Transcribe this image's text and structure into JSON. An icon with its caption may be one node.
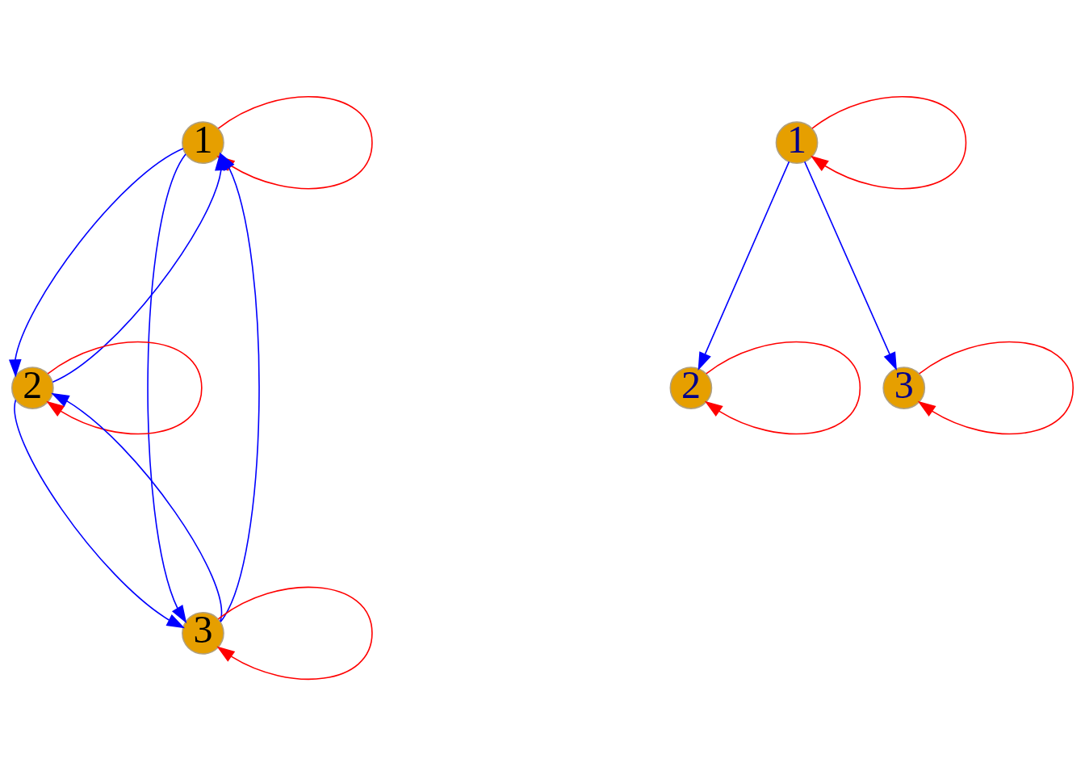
{
  "diagram": {
    "nodes": [
      {
        "text": [
          "1"
        ]
      },
      {
        "text": [
          "2"
        ]
      },
      {
        "text": [
          "3"
        ]
      },
      {
        "text": [
          "1"
        ]
      },
      {
        "text": [
          "2"
        ]
      },
      {
        "text": [
          "3"
        ]
      }
    ],
    "edges": [
      {
        "from": 0,
        "to": 0,
        "arrow": "to",
        "color": "#ff0000"
      },
      {
        "from": 0,
        "to": 1,
        "arrow": "to"
      },
      {
        "from": 1,
        "to": 0,
        "arrow": "to"
      },
      {
        "from": 0,
        "to": 2,
        "arrow": "to"
      },
      {
        "from": 2,
        "to": 0,
        "arrow": "to"
      },
      {
        "from": 1,
        "to": 1,
        "arrow": "to",
        "color": "#ff0000"
      },
      {
        "from": 1,
        "to": 2,
        "arrow": "to"
      },
      {
        "from": 2,
        "to": 1,
        "arrow": "to"
      },
      {
        "from": 2,
        "to": 2,
        "arrow": "to",
        "color": "#ff0000"
      },
      {
        "from": 3,
        "to": 3,
        "arrow": "to",
        "color": "#ff0000"
      },
      {
        "from": 3,
        "to": 4,
        "arrow": "to"
      },
      {
        "from": 3,
        "to": 5,
        "arrow": "to"
      },
      {
        "from": 4,
        "to": 4,
        "arrow": "to",
        "color": "#ff0000"
      },
      {
        "from": 5,
        "to": 5,
        "arrow": "to",
        "color": "#ff0000"
      }
    ]
  }
}
